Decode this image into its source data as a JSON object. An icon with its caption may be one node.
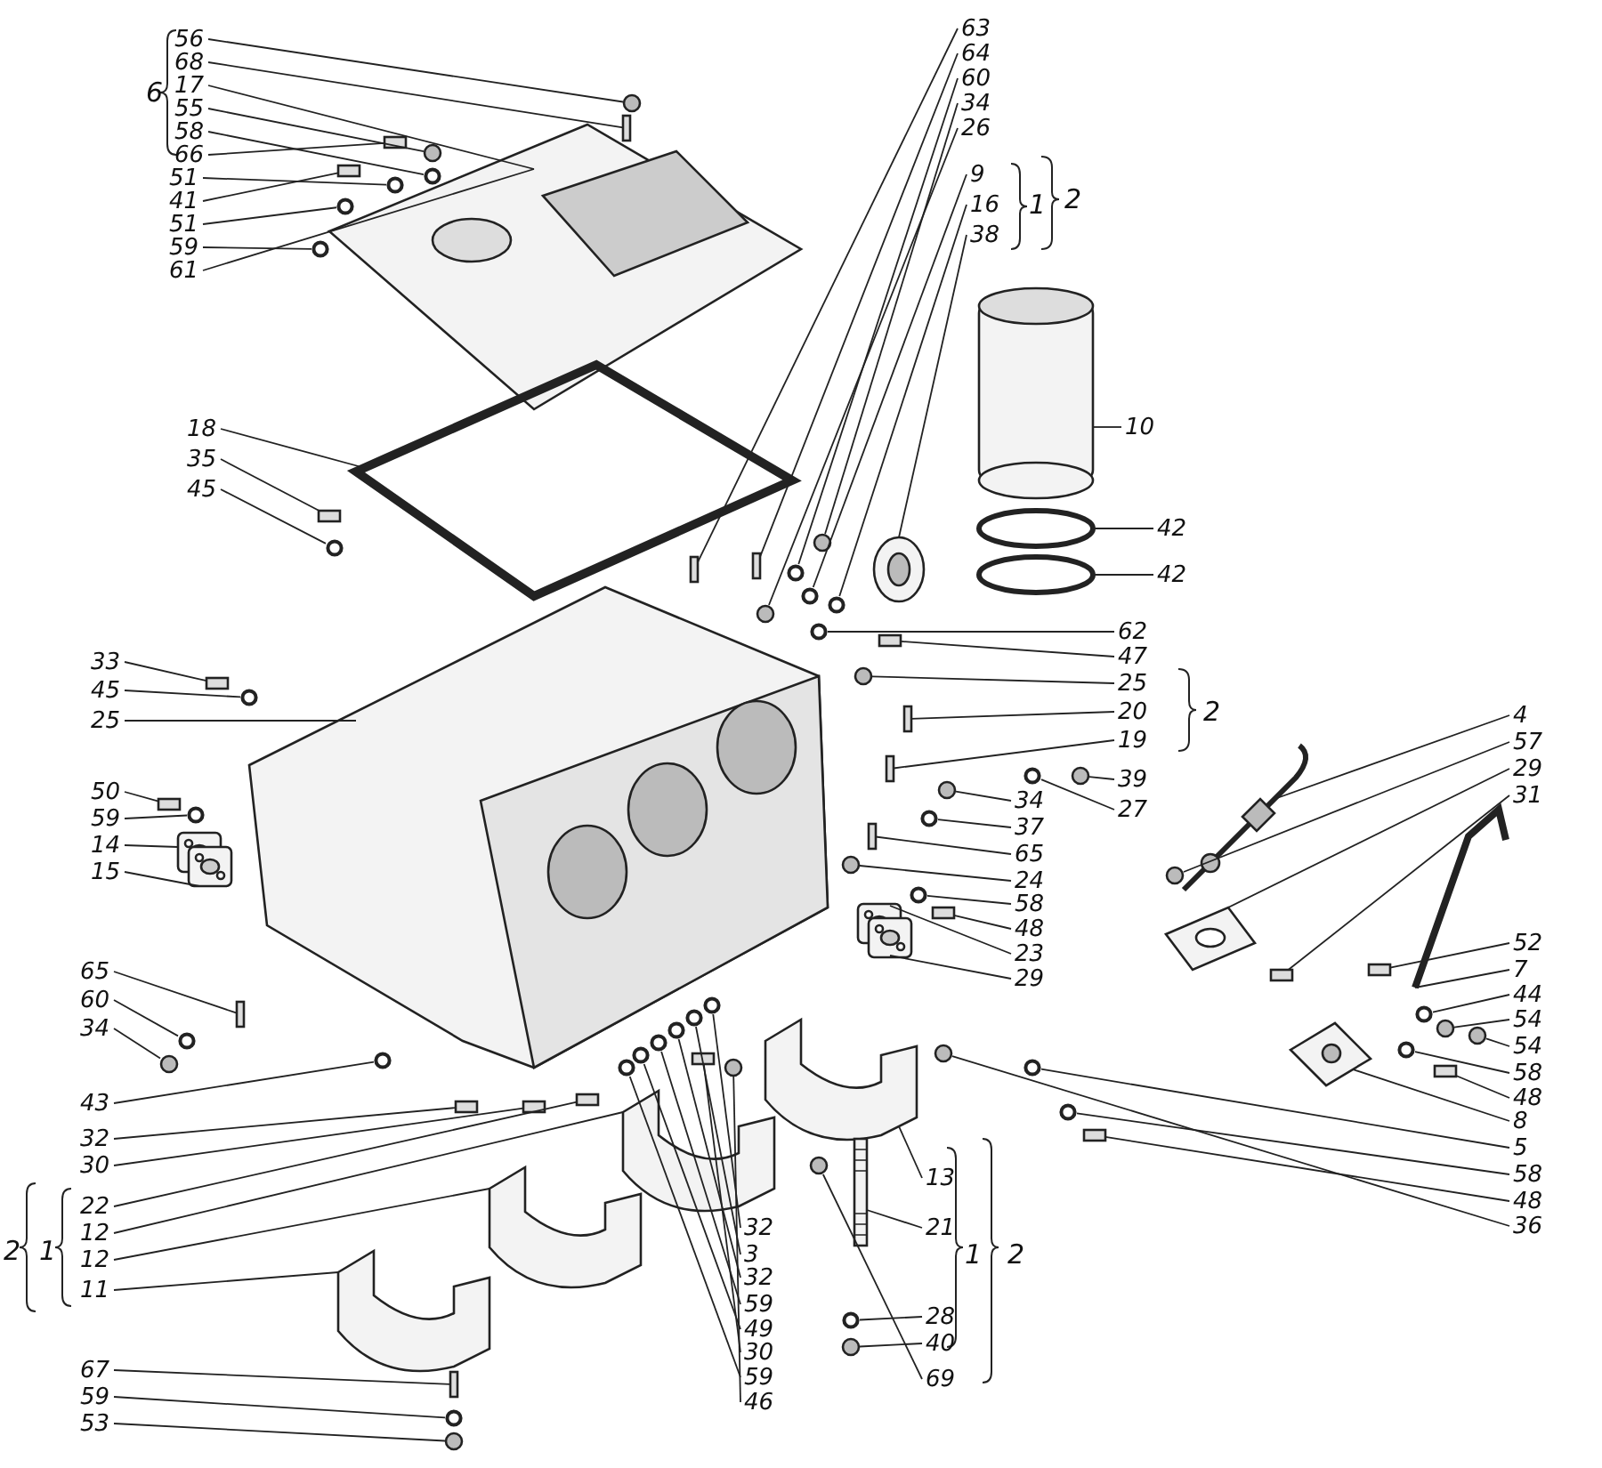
{
  "diagram": {
    "nodes": [
      {
        "text": [
          "56"
        ]
      },
      {
        "text": [
          "68"
        ]
      },
      {
        "text": [
          "17"
        ]
      },
      {
        "text": [
          "55"
        ]
      },
      {
        "text": [
          "58"
        ]
      },
      {
        "text": [
          "66"
        ]
      },
      {
        "text": [
          "51"
        ]
      },
      {
        "text": [
          "41"
        ]
      },
      {
        "text": [
          "51"
        ]
      },
      {
        "text": [
          "59"
        ]
      },
      {
        "text": [
          "61"
        ]
      },
      {
        "text": [
          "63"
        ]
      },
      {
        "text": [
          "64"
        ]
      },
      {
        "text": [
          "60"
        ]
      },
      {
        "text": [
          "34"
        ]
      },
      {
        "text": [
          "26"
        ]
      },
      {
        "text": [
          "9"
        ]
      },
      {
        "text": [
          "16"
        ]
      },
      {
        "text": [
          "38"
        ]
      },
      {
        "text": [
          "10"
        ]
      },
      {
        "text": [
          "42"
        ]
      },
      {
        "text": [
          "42"
        ]
      },
      {
        "text": [
          "18"
        ]
      },
      {
        "text": [
          "35"
        ]
      },
      {
        "text": [
          "45"
        ]
      },
      {
        "text": [
          "33"
        ]
      },
      {
        "text": [
          "45"
        ]
      },
      {
        "text": [
          "25"
        ]
      },
      {
        "text": [
          "62"
        ]
      },
      {
        "text": [
          "47"
        ]
      },
      {
        "text": [
          "25"
        ]
      },
      {
        "text": [
          "20"
        ]
      },
      {
        "text": [
          "19"
        ]
      },
      {
        "text": [
          "4"
        ]
      },
      {
        "text": [
          "57"
        ]
      },
      {
        "text": [
          "29"
        ]
      },
      {
        "text": [
          "31"
        ]
      },
      {
        "text": [
          "39"
        ]
      },
      {
        "text": [
          "27"
        ]
      },
      {
        "text": [
          "34"
        ]
      },
      {
        "text": [
          "37"
        ]
      },
      {
        "text": [
          "65"
        ]
      },
      {
        "text": [
          "24"
        ]
      },
      {
        "text": [
          "50"
        ]
      },
      {
        "text": [
          "59"
        ]
      },
      {
        "text": [
          "14"
        ]
      },
      {
        "text": [
          "15"
        ]
      },
      {
        "text": [
          "58"
        ]
      },
      {
        "text": [
          "48"
        ]
      },
      {
        "text": [
          "23"
        ]
      },
      {
        "text": [
          "29"
        ]
      },
      {
        "text": [
          "52"
        ]
      },
      {
        "text": [
          "7"
        ]
      },
      {
        "text": [
          "44"
        ]
      },
      {
        "text": [
          "54"
        ]
      },
      {
        "text": [
          "54"
        ]
      },
      {
        "text": [
          "58"
        ]
      },
      {
        "text": [
          "48"
        ]
      },
      {
        "text": [
          "65"
        ]
      },
      {
        "text": [
          "60"
        ]
      },
      {
        "text": [
          "34"
        ]
      },
      {
        "text": [
          "8"
        ]
      },
      {
        "text": [
          "5"
        ]
      },
      {
        "text": [
          "58"
        ]
      },
      {
        "text": [
          "48"
        ]
      },
      {
        "text": [
          "36"
        ]
      },
      {
        "text": [
          "43"
        ]
      },
      {
        "text": [
          "32"
        ]
      },
      {
        "text": [
          "30"
        ]
      },
      {
        "text": [
          "13"
        ]
      },
      {
        "text": [
          "22"
        ]
      },
      {
        "text": [
          "12"
        ]
      },
      {
        "text": [
          "32"
        ]
      },
      {
        "text": [
          "12"
        ]
      },
      {
        "text": [
          "21"
        ]
      },
      {
        "text": [
          "3"
        ]
      },
      {
        "text": [
          "32"
        ]
      },
      {
        "text": [
          "11"
        ]
      },
      {
        "text": [
          "59"
        ]
      },
      {
        "text": [
          "28"
        ]
      },
      {
        "text": [
          "49"
        ]
      },
      {
        "text": [
          "40"
        ]
      },
      {
        "text": [
          "30"
        ]
      },
      {
        "text": [
          "59"
        ]
      },
      {
        "text": [
          "69"
        ]
      },
      {
        "text": [
          "46"
        ]
      },
      {
        "text": [
          "67"
        ]
      },
      {
        "text": [
          "59"
        ]
      },
      {
        "text": [
          "53"
        ]
      },
      {
        "text": [],
        "shape": "circle"
      },
      {
        "text": [],
        "shape": "box"
      },
      {
        "text": [],
        "shape": "picture"
      },
      {
        "text": [],
        "shape": "circle"
      },
      {
        "text": [],
        "shape": "circle"
      },
      {
        "text": [],
        "shape": "box"
      },
      {
        "text": [],
        "shape": "circle"
      },
      {
        "text": [],
        "shape": "box"
      },
      {
        "text": [],
        "shape": "circle"
      },
      {
        "text": [],
        "shape": "circle"
      },
      {
        "text": [],
        "shape": "box"
      },
      {
        "text": [],
        "shape": "box"
      },
      {
        "text": [],
        "shape": "circle"
      },
      {
        "text": [],
        "shape": "circle"
      },
      {
        "text": [],
        "shape": "circle"
      },
      {
        "text": [],
        "shape": "circle"
      },
      {
        "text": [],
        "shape": "circle"
      },
      {
        "text": [],
        "shape": "picture"
      },
      {
        "text": [],
        "shape": "picture"
      },
      {
        "text": [],
        "shape": "picture"
      },
      {
        "text": [],
        "shape": "picture"
      },
      {
        "text": [],
        "shape": "picture"
      },
      {
        "text": [],
        "shape": "box"
      },
      {
        "text": [],
        "shape": "circle"
      },
      {
        "text": [],
        "shape": "box"
      },
      {
        "text": [],
        "shape": "circle"
      },
      {
        "text": [],
        "shape": "picture"
      },
      {
        "text": [],
        "shape": "circle"
      },
      {
        "text": [],
        "shape": "box"
      },
      {
        "text": [],
        "shape": "circle"
      },
      {
        "text": [],
        "shape": "box"
      },
      {
        "text": [],
        "shape": "box"
      },
      {
        "text": [],
        "shape": "picture"
      },
      {
        "text": [],
        "shape": "circle"
      },
      {
        "text": [],
        "shape": "picture"
      },
      {
        "text": [],
        "shape": "box"
      },
      {
        "text": [],
        "shape": "circle"
      },
      {
        "text": [],
        "shape": "circle"
      },
      {
        "text": [],
        "shape": "circle"
      },
      {
        "text": [],
        "shape": "circle"
      },
      {
        "text": [],
        "shape": "box"
      },
      {
        "text": [],
        "shape": "circle"
      },
      {
        "text": [],
        "shape": "box"
      },
      {
        "text": [],
        "shape": "circle"
      },
      {
        "text": [],
        "shape": "picture"
      },
      {
        "text": [],
        "shape": "picture"
      },
      {
        "text": [],
        "shape": "circle"
      },
      {
        "text": [],
        "shape": "box"
      },
      {
        "text": [],
        "shape": "picture"
      },
      {
        "text": [],
        "shape": "picture"
      },
      {
        "text": [],
        "shape": "box"
      },
      {
        "text": [],
        "shape": "picture"
      },
      {
        "text": [],
        "shape": "circle"
      },
      {
        "text": [],
        "shape": "circle"
      },
      {
        "text": [],
        "shape": "circle"
      },
      {
        "text": [],
        "shape": "circle"
      },
      {
        "text": [],
        "shape": "box"
      },
      {
        "text": [],
        "shape": "box"
      },
      {
        "text": [],
        "shape": "circle"
      },
      {
        "text": [],
        "shape": "circle"
      },
      {
        "text": [],
        "shape": "picture"
      },
      {
        "text": [],
        "shape": "circle"
      },
      {
        "text": [],
        "shape": "circle"
      },
      {
        "text": [],
        "shape": "box"
      },
      {
        "text": [],
        "shape": "circle"
      },
      {
        "text": [],
        "shape": "circle"
      },
      {
        "text": [],
        "shape": "box"
      },
      {
        "text": [],
        "shape": "box"
      },
      {
        "text": [],
        "shape": "picture"
      },
      {
        "text": [],
        "shape": "box"
      },
      {
        "text": [],
        "shape": "picture"
      },
      {
        "text": [],
        "shape": "circle"
      },
      {
        "text": [],
        "shape": "picture"
      },
      {
        "text": [],
        "shape": "picture"
      },
      {
        "text": [],
        "shape": "circle"
      },
      {
        "text": [],
        "shape": "circle"
      },
      {
        "text": [],
        "shape": "picture"
      },
      {
        "text": [],
        "shape": "circle"
      },
      {
        "text": [],
        "shape": "circle"
      },
      {
        "text": [],
        "shape": "circle"
      },
      {
        "text": [],
        "shape": "circle"
      },
      {
        "text": [],
        "shape": "box"
      },
      {
        "text": [],
        "shape": "circle"
      },
      {
        "text": [],
        "shape": "circle"
      },
      {
        "text": [],
        "shape": "circle"
      },
      {
        "text": [],
        "shape": "box"
      },
      {
        "text": [],
        "shape": "circle"
      },
      {
        "text": [],
        "shape": "circle"
      }
    ],
    "edges": [
      {
        "from": 0,
        "to": 89,
        "arrow": "none"
      },
      {
        "from": 1,
        "to": 90,
        "arrow": "none"
      },
      {
        "from": 2,
        "to": 91,
        "arrow": "none"
      },
      {
        "from": 3,
        "to": 92,
        "arrow": "none"
      },
      {
        "from": 4,
        "to": 93,
        "arrow": "none"
      },
      {
        "from": 5,
        "to": 94,
        "arrow": "none"
      },
      {
        "from": 6,
        "to": 95,
        "arrow": "none"
      },
      {
        "from": 7,
        "to": 96,
        "arrow": "none"
      },
      {
        "from": 8,
        "to": 97,
        "arrow": "none"
      },
      {
        "from": 9,
        "to": 98,
        "arrow": "none"
      },
      {
        "from": 10,
        "to": 91,
        "arrow": "none"
      },
      {
        "from": 11,
        "to": 99,
        "arrow": "none"
      },
      {
        "from": 12,
        "to": 100,
        "arrow": "none"
      },
      {
        "from": 13,
        "to": 101,
        "arrow": "none"
      },
      {
        "from": 14,
        "to": 102,
        "arrow": "none"
      },
      {
        "from": 15,
        "to": 103,
        "arrow": "none"
      },
      {
        "from": 16,
        "to": 104,
        "arrow": "none"
      },
      {
        "from": 17,
        "to": 105,
        "arrow": "none"
      },
      {
        "from": 18,
        "to": 106,
        "arrow": "none"
      },
      {
        "from": 19,
        "to": 107,
        "arrow": "none"
      },
      {
        "from": 20,
        "to": 108,
        "arrow": "none"
      },
      {
        "from": 21,
        "to": 109,
        "arrow": "none"
      },
      {
        "from": 22,
        "to": 110,
        "arrow": "none"
      },
      {
        "from": 23,
        "to": 111,
        "arrow": "none"
      },
      {
        "from": 24,
        "to": 112,
        "arrow": "none"
      },
      {
        "from": 25,
        "to": 113,
        "arrow": "none"
      },
      {
        "from": 26,
        "to": 114,
        "arrow": "none"
      },
      {
        "from": 27,
        "to": 115,
        "arrow": "none"
      },
      {
        "from": 28,
        "to": 116,
        "arrow": "none"
      },
      {
        "from": 29,
        "to": 117,
        "arrow": "none"
      },
      {
        "from": 30,
        "to": 118,
        "arrow": "none"
      },
      {
        "from": 31,
        "to": 119,
        "arrow": "none"
      },
      {
        "from": 32,
        "to": 120,
        "arrow": "none"
      },
      {
        "from": 33,
        "to": 121,
        "arrow": "none"
      },
      {
        "from": 34,
        "to": 122,
        "arrow": "none"
      },
      {
        "from": 35,
        "to": 123,
        "arrow": "none"
      },
      {
        "from": 36,
        "to": 124,
        "arrow": "none"
      },
      {
        "from": 37,
        "to": 125,
        "arrow": "none"
      },
      {
        "from": 38,
        "to": 126,
        "arrow": "none"
      },
      {
        "from": 39,
        "to": 127,
        "arrow": "none"
      },
      {
        "from": 40,
        "to": 128,
        "arrow": "none"
      },
      {
        "from": 41,
        "to": 129,
        "arrow": "none"
      },
      {
        "from": 42,
        "to": 130,
        "arrow": "none"
      },
      {
        "from": 43,
        "to": 131,
        "arrow": "none"
      },
      {
        "from": 44,
        "to": 132,
        "arrow": "none"
      },
      {
        "from": 45,
        "to": 133,
        "arrow": "none"
      },
      {
        "from": 46,
        "to": 134,
        "arrow": "none"
      },
      {
        "from": 47,
        "to": 135,
        "arrow": "none"
      },
      {
        "from": 48,
        "to": 136,
        "arrow": "none"
      },
      {
        "from": 49,
        "to": 137,
        "arrow": "none"
      },
      {
        "from": 50,
        "to": 138,
        "arrow": "none"
      },
      {
        "from": 51,
        "to": 139,
        "arrow": "none"
      },
      {
        "from": 52,
        "to": 140,
        "arrow": "none"
      },
      {
        "from": 53,
        "to": 141,
        "arrow": "none"
      },
      {
        "from": 54,
        "to": 142,
        "arrow": "none"
      },
      {
        "from": 55,
        "to": 143,
        "arrow": "none"
      },
      {
        "from": 56,
        "to": 144,
        "arrow": "none"
      },
      {
        "from": 57,
        "to": 145,
        "arrow": "none"
      },
      {
        "from": 58,
        "to": 146,
        "arrow": "none"
      },
      {
        "from": 59,
        "to": 147,
        "arrow": "none"
      },
      {
        "from": 60,
        "to": 148,
        "arrow": "none"
      },
      {
        "from": 61,
        "to": 149,
        "arrow": "none"
      },
      {
        "from": 62,
        "to": 150,
        "arrow": "none"
      },
      {
        "from": 63,
        "to": 151,
        "arrow": "none"
      },
      {
        "from": 64,
        "to": 152,
        "arrow": "none"
      },
      {
        "from": 65,
        "to": 153,
        "arrow": "none"
      },
      {
        "from": 66,
        "to": 154,
        "arrow": "none"
      },
      {
        "from": 67,
        "to": 155,
        "arrow": "none"
      },
      {
        "from": 68,
        "to": 156,
        "arrow": "none"
      },
      {
        "from": 69,
        "to": 157,
        "arrow": "none"
      },
      {
        "from": 70,
        "to": 158,
        "arrow": "none"
      },
      {
        "from": 71,
        "to": 159,
        "arrow": "none"
      },
      {
        "from": 72,
        "to": 160,
        "arrow": "none"
      },
      {
        "from": 73,
        "to": 161,
        "arrow": "none"
      },
      {
        "from": 74,
        "to": 162,
        "arrow": "none"
      },
      {
        "from": 75,
        "to": 163,
        "arrow": "none"
      },
      {
        "from": 76,
        "to": 164,
        "arrow": "none"
      },
      {
        "from": 77,
        "to": 165,
        "arrow": "none"
      },
      {
        "from": 78,
        "to": 166,
        "arrow": "none"
      },
      {
        "from": 79,
        "to": 167,
        "arrow": "none"
      },
      {
        "from": 80,
        "to": 168,
        "arrow": "none"
      },
      {
        "from": 81,
        "to": 169,
        "arrow": "none"
      },
      {
        "from": 82,
        "to": 170,
        "arrow": "none"
      },
      {
        "from": 83,
        "to": 171,
        "arrow": "none"
      },
      {
        "from": 84,
        "to": 172,
        "arrow": "none"
      },
      {
        "from": 85,
        "to": 173,
        "arrow": "none"
      },
      {
        "from": 86,
        "to": 174,
        "arrow": "none"
      },
      {
        "from": 87,
        "to": 175,
        "arrow": "none"
      },
      {
        "from": 88,
        "to": 176,
        "arrow": "none"
      }
    ],
    "labels": [
      "6",
      "1",
      "2",
      "2",
      "2",
      "1",
      "1",
      "2"
    ]
  }
}
